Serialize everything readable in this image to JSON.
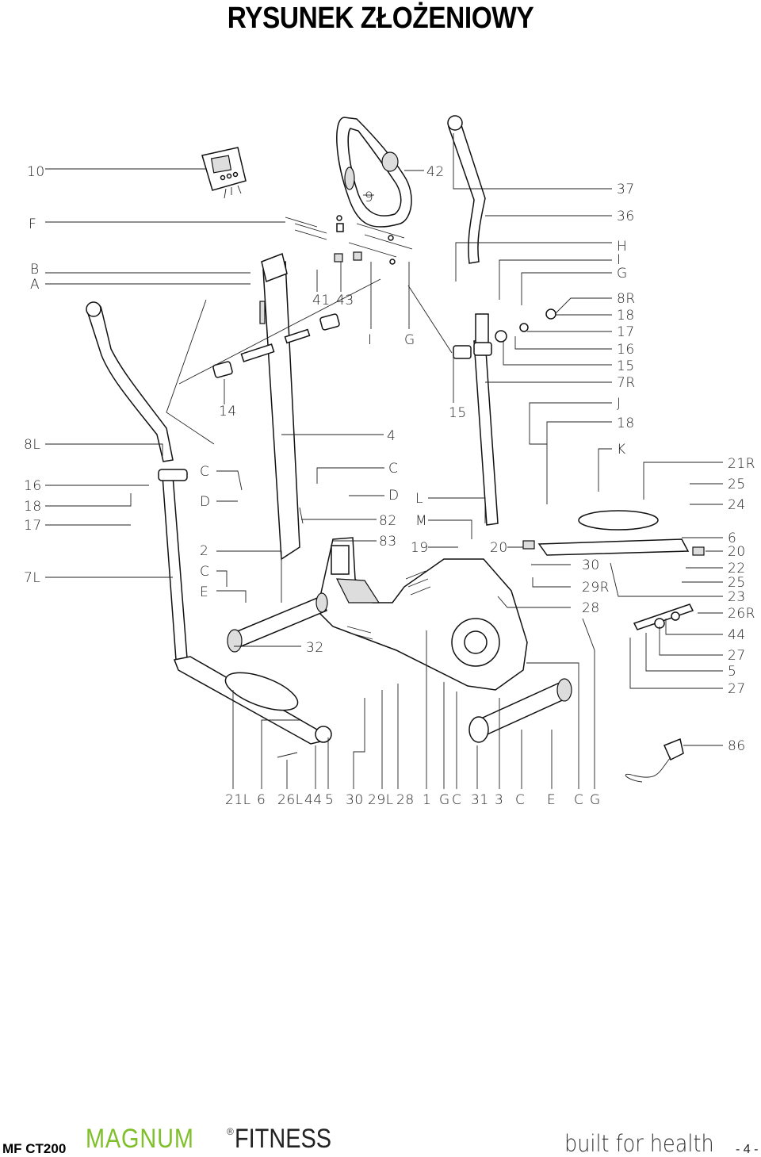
{
  "title": "RYSUNEK ZŁOŻENIOWY",
  "labels": {
    "l10": "10",
    "lF": "F",
    "lB": "B",
    "lA": "A",
    "l8L": "8L",
    "l16": "16",
    "l18": "18",
    "l17": "17",
    "l7L": "7L",
    "l9": "9",
    "l42": "42",
    "l41": "41",
    "l43": "43",
    "lI": "I",
    "lG": "G",
    "l14": "14",
    "l15": "15",
    "l4": "4",
    "lC1": "C",
    "lD1": "D",
    "lC2": "C",
    "lD2": "D",
    "l82": "82",
    "l83": "83",
    "l2": "2",
    "lC3": "C",
    "lE": "E",
    "l32": "32",
    "lL": "L",
    "lM": "M",
    "l19": "19",
    "l20a": "20",
    "r37": "37",
    "r36": "36",
    "rH": "H",
    "rI": "I",
    "rG": "G",
    "r8R": "8R",
    "r18": "18",
    "r17": "17",
    "r16": "16",
    "r15": "15",
    "r7R": "7R",
    "rJ": "J",
    "r18b": "18",
    "rK": "K",
    "r21R": "21R",
    "r25": "25",
    "r24": "24",
    "r6": "6",
    "r20": "20",
    "r22": "22",
    "r25b": "25",
    "r23": "23",
    "r26R": "26R",
    "r30": "30",
    "r29R": "29R",
    "r28": "28",
    "r44": "44",
    "r27": "27",
    "r5": "5",
    "r27b": "27",
    "r86": "86",
    "bottom": [
      "21L",
      "6",
      "26L",
      "44",
      "5",
      "30",
      "29L",
      "28",
      "1",
      "G",
      "C",
      "31",
      "3",
      "C",
      "E",
      "C",
      "G"
    ]
  },
  "footer": {
    "model": "MF CT200",
    "brand_part1": "MAGNUM",
    "brand_reg": "®",
    "brand_part2": "FITNESS",
    "tagline": "built for health",
    "page": "- 4 -"
  }
}
